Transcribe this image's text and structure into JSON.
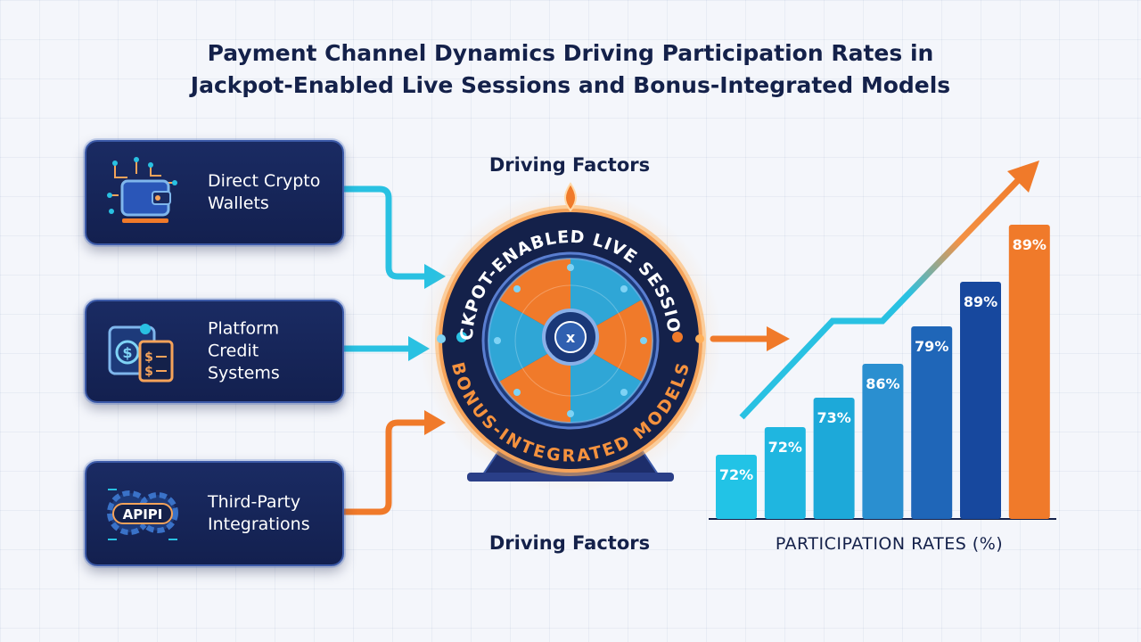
{
  "title_lines": [
    "Payment Channel Dynamics Driving Participation Rates in",
    "Jackpot-Enabled Live Sessions and Bonus-Integrated Models"
  ],
  "channels": [
    {
      "lines": [
        "Direct Crypto",
        "Wallets"
      ],
      "icon": "crypto-wallet-icon",
      "arrow_color": "#29c1e2"
    },
    {
      "lines": [
        "Platform",
        "Credit",
        "Systems"
      ],
      "icon": "credit-card-icon",
      "arrow_color": "#29c1e2"
    },
    {
      "lines": [
        "Third-Party",
        "Integrations"
      ],
      "icon": "api-gears-icon",
      "arrow_color": "#f07a2a"
    }
  ],
  "api_text": "APIPI",
  "wheel": {
    "top_text": "JACKPOT-ENABLED LIVE SESSIONS",
    "bottom_text": "BONUS-INTEGRATED MODELS",
    "center_glyph": "x"
  },
  "factor_labels": {
    "top": "Driving Factors",
    "bottom": "Driving Factors"
  },
  "colors": {
    "navy": "#14214a",
    "cyan": "#29c1e2",
    "orange": "#f07a2a",
    "blue": "#1d5fb8"
  },
  "chart_data": {
    "type": "bar",
    "xlabel": "PARTICIPATION RATES (%)",
    "values": [
      72,
      72,
      73,
      86,
      79,
      89,
      89
    ],
    "labels": [
      "72%",
      "72%",
      "73%",
      "86%",
      "79%",
      "89%",
      "89%"
    ],
    "colors": [
      "#22c3e6",
      "#1fb6e0",
      "#1da9d9",
      "#2a8fd0",
      "#1f66b8",
      "#17489e",
      "#f07a2a"
    ],
    "trend_arrow": true
  }
}
